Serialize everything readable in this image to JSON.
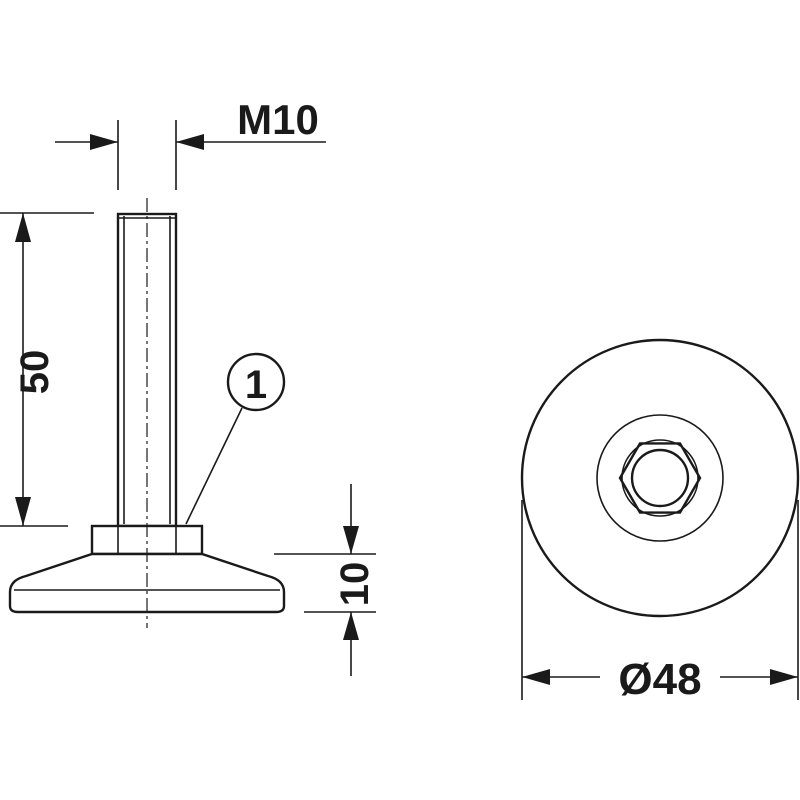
{
  "dimensions": {
    "thread": "M10",
    "height": "50",
    "base_height": "10",
    "diameter": "Ø48"
  },
  "callout": {
    "number": "1"
  },
  "colors": {
    "line": "#1a1a1a",
    "background": "#ffffff"
  }
}
